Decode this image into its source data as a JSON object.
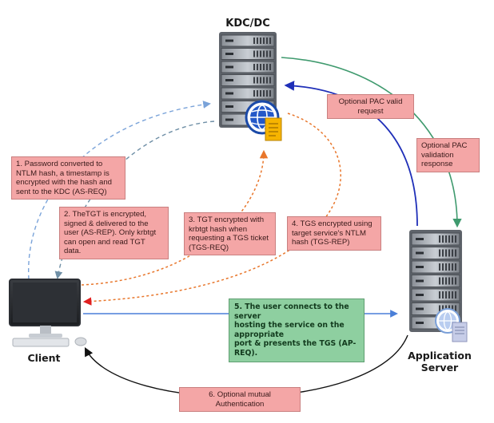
{
  "nodes": {
    "kdc_label": "KDC/DC",
    "client_label": "Client",
    "app_server_label": "Application\nServer"
  },
  "steps": {
    "step1": "1. Password converted to\nNTLM hash, a timestamp is\nencrypted with the hash and\nsent to the KDC (AS-REQ)",
    "step2": "2. TheTGT is encrypted,\nsigned & delivered to the\nuser (AS-REP). Only krbtgt\ncan open and read TGT data.",
    "step3": "3. TGT encrypted with\nkrbtgt hash when\nrequesting a TGS ticket\n(TGS-REQ)",
    "step4": "4. TGS encrypted using\ntarget service's NTLM\nhash (TGS-REP)",
    "step5": "5. The user connects to the server\nhosting the service on the appropriate\nport & presents the TGS (AP-REQ).",
    "step6": "6. Optional mutual Authentication",
    "pac_request": "Optional PAC valid request",
    "pac_response": "Optional PAC\nvalidation response"
  },
  "colors": {
    "note_fill": "#f4a6a6",
    "note_green_fill": "#8ecfa0",
    "blue_dashed": "#5b8fd6",
    "orange_dotted": "#e8762b",
    "navy_arrow": "#1f2fb8",
    "green_arrow": "#3f9a6e",
    "blue_arrow": "#4a7fd8",
    "black_arrow": "#222222"
  },
  "icons": {
    "kdc": "server-rack-icon",
    "globe": "globe-icon",
    "document": "document-icon",
    "client": "desktop-computer-icon",
    "app_server": "server-rack-icon"
  }
}
